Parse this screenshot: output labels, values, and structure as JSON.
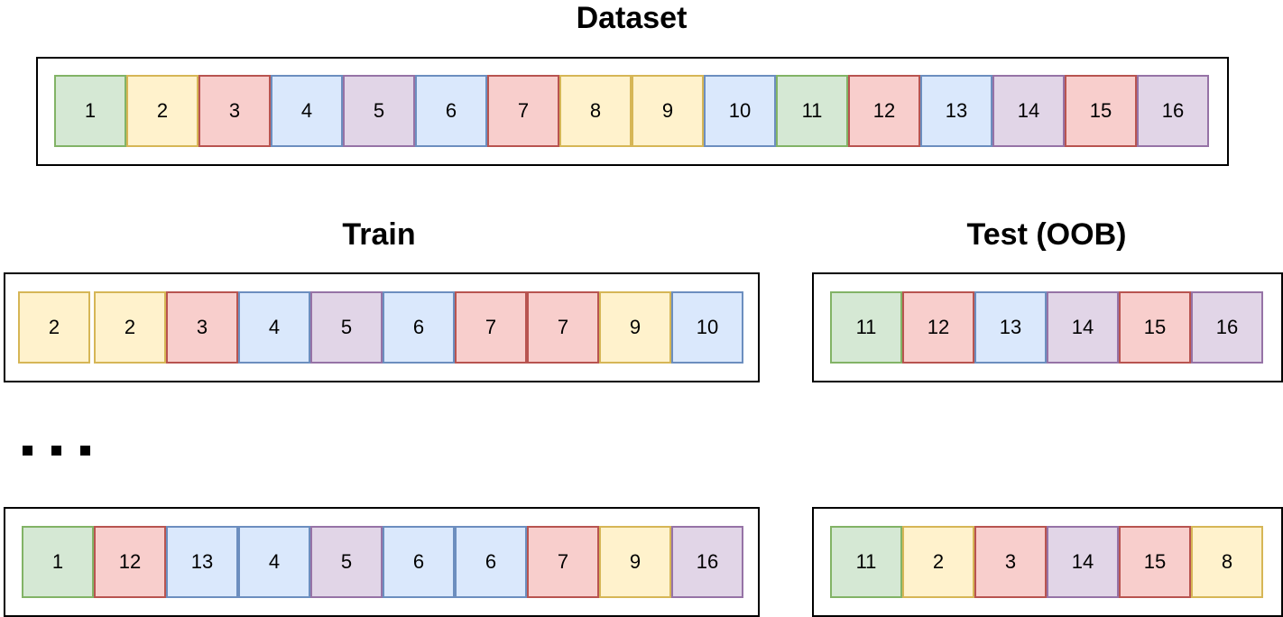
{
  "titles": {
    "dataset": "Dataset",
    "train": "Train",
    "test": "Test (OOB)"
  },
  "colors": {
    "green": {
      "fill": "#d5e8d4",
      "stroke": "#82b366"
    },
    "yellow": {
      "fill": "#fff2cc",
      "stroke": "#d6b656"
    },
    "red": {
      "fill": "#f8cecc",
      "stroke": "#b85450"
    },
    "blue": {
      "fill": "#dae8fc",
      "stroke": "#6c8ebf"
    },
    "purple": {
      "fill": "#e1d5e7",
      "stroke": "#9673a6"
    }
  },
  "rows": {
    "dataset": [
      {
        "label": "1",
        "color": "green"
      },
      {
        "label": "2",
        "color": "yellow"
      },
      {
        "label": "3",
        "color": "red"
      },
      {
        "label": "4",
        "color": "blue"
      },
      {
        "label": "5",
        "color": "purple"
      },
      {
        "label": "6",
        "color": "blue"
      },
      {
        "label": "7",
        "color": "red"
      },
      {
        "label": "8",
        "color": "yellow"
      },
      {
        "label": "9",
        "color": "yellow"
      },
      {
        "label": "10",
        "color": "blue"
      },
      {
        "label": "11",
        "color": "green"
      },
      {
        "label": "12",
        "color": "red"
      },
      {
        "label": "13",
        "color": "blue"
      },
      {
        "label": "14",
        "color": "purple"
      },
      {
        "label": "15",
        "color": "red"
      },
      {
        "label": "16",
        "color": "purple"
      }
    ],
    "train_1": [
      {
        "label": "2",
        "color": "yellow"
      },
      {
        "label": "2",
        "color": "yellow"
      },
      {
        "label": "3",
        "color": "red"
      },
      {
        "label": "4",
        "color": "blue"
      },
      {
        "label": "5",
        "color": "purple"
      },
      {
        "label": "6",
        "color": "blue"
      },
      {
        "label": "7",
        "color": "red"
      },
      {
        "label": "7",
        "color": "red"
      },
      {
        "label": "9",
        "color": "yellow"
      },
      {
        "label": "10",
        "color": "blue"
      }
    ],
    "test_1": [
      {
        "label": "11",
        "color": "green"
      },
      {
        "label": "12",
        "color": "red"
      },
      {
        "label": "13",
        "color": "blue"
      },
      {
        "label": "14",
        "color": "purple"
      },
      {
        "label": "15",
        "color": "red"
      },
      {
        "label": "16",
        "color": "purple"
      }
    ],
    "train_2": [
      {
        "label": "1",
        "color": "green"
      },
      {
        "label": "12",
        "color": "red"
      },
      {
        "label": "13",
        "color": "blue"
      },
      {
        "label": "4",
        "color": "blue"
      },
      {
        "label": "5",
        "color": "purple"
      },
      {
        "label": "6",
        "color": "blue"
      },
      {
        "label": "6",
        "color": "blue"
      },
      {
        "label": "7",
        "color": "red"
      },
      {
        "label": "9",
        "color": "yellow"
      },
      {
        "label": "16",
        "color": "purple"
      }
    ],
    "test_2": [
      {
        "label": "11",
        "color": "green"
      },
      {
        "label": "2",
        "color": "yellow"
      },
      {
        "label": "3",
        "color": "red"
      },
      {
        "label": "14",
        "color": "purple"
      },
      {
        "label": "15",
        "color": "red"
      },
      {
        "label": "8",
        "color": "yellow"
      }
    ]
  }
}
